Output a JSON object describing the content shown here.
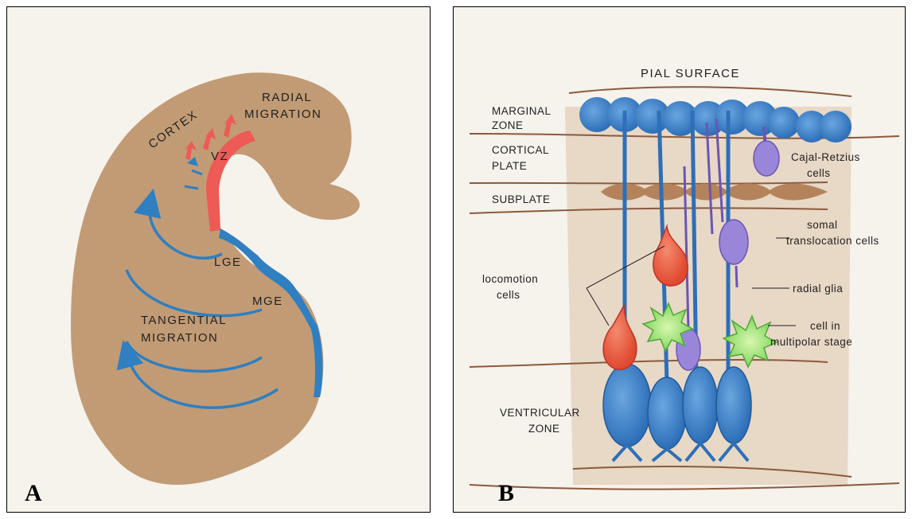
{
  "panel_a": {
    "letter": "A",
    "labels": {
      "cortex": "CORTEX",
      "radial_line1": "RADIAL",
      "radial_line2": "MIGRATION",
      "vz": "VZ",
      "lge": "LGE",
      "mge": "MGE",
      "tangential_line1": "TANGENTIAL",
      "tangential_line2": "MIGRATION"
    }
  },
  "panel_b": {
    "letter": "B",
    "labels": {
      "pial_surface": "PIAL SURFACE",
      "marginal_line1": "MARGINAL",
      "marginal_line2": "ZONE",
      "cortical_line1": "CORTICAL",
      "cortical_line2": "PLATE",
      "subplate": "SUBPLATE",
      "ventricular_line1": "VENTRICULAR",
      "ventricular_line2": "ZONE",
      "cajal_line1": "Cajal-Retzius",
      "cajal_line2": "cells",
      "somal_line1": "somal",
      "somal_line2": "translocation cells",
      "radial_glia": "radial glia",
      "locomotion_line1": "locomotion",
      "locomotion_line2": "cells",
      "multipolar_line1": "cell in",
      "multipolar_line2": "multipolar stage"
    }
  },
  "colors": {
    "tissue": "#c29a72",
    "migration_blue": "#2f7fc1",
    "radial_red": "#ee5a55",
    "glia_blue": "#2d6fb8",
    "locomotion_red": "#e8523f",
    "somal_purple": "#9a86d8",
    "multipolar_green": "#8fe070",
    "layer_brown": "#8b5a3c"
  }
}
